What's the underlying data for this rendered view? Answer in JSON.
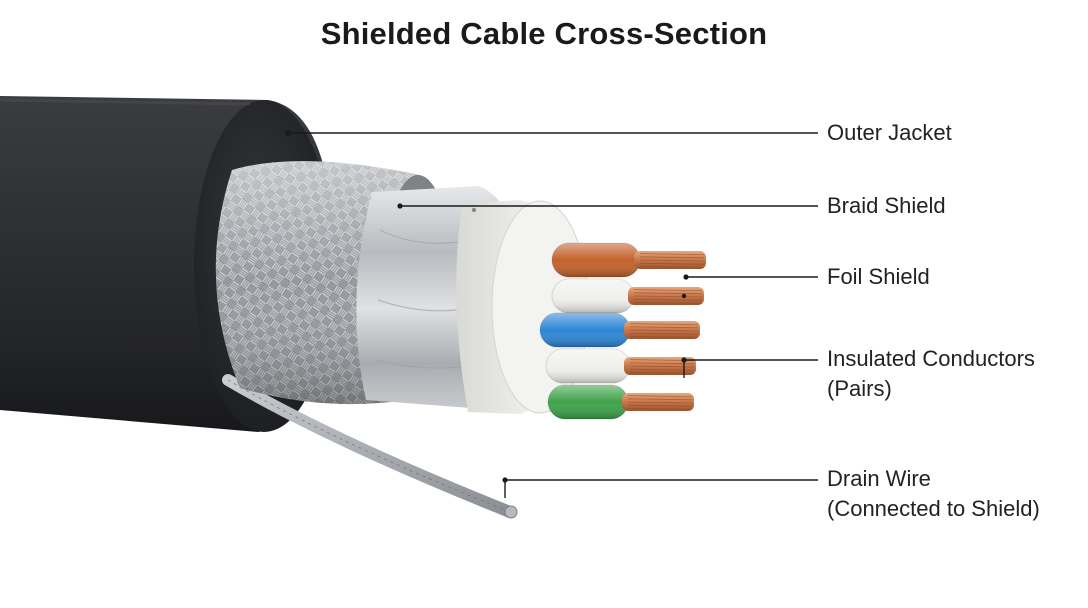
{
  "title": "Shielded Cable Cross-Section",
  "labels": {
    "outer_jacket": "Outer Jacket",
    "braid_shield": "Braid Shield",
    "foil_shield": "Foil Shield",
    "insulated_conductors": {
      "line1": "Insulated Conductors",
      "line2": "(Pairs)"
    },
    "drain_wire": {
      "line1": "Drain Wire",
      "line2": "(Connected to Shield)"
    }
  },
  "colors": {
    "jacket": "#2b2d30",
    "braid": "#9a9ea3",
    "foil": "#c9ccd0",
    "filler": "#e9e9e6",
    "copper": "#c8774a",
    "conductor_insulation": [
      "#c4622d",
      "#f0f0ee",
      "#2f86d6",
      "#f0f0ee",
      "#3ea34a"
    ]
  }
}
